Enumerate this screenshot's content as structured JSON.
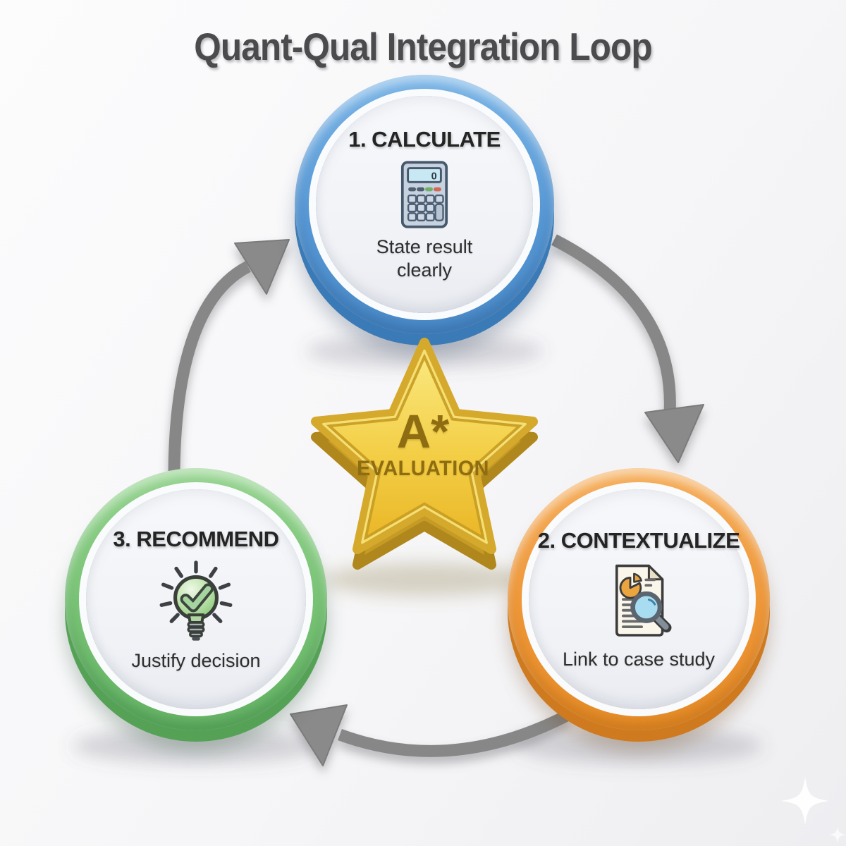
{
  "title": "Quant-Qual Integration Loop",
  "center_badge": {
    "grade": "A*",
    "label": "EVALUATION",
    "shape": "gold-star"
  },
  "nodes": [
    {
      "id": "calculate",
      "step": "1. CALCULATE",
      "description": "State result clearly",
      "description_lines": [
        "State result",
        "clearly"
      ],
      "icon": "calculator-icon",
      "calculator_display": "0",
      "ring_color": "#5697d4"
    },
    {
      "id": "contextualize",
      "step": "2. CONTEXTUALIZE",
      "description": "Link to case study",
      "icon": "report-magnifier-icon",
      "ring_color": "#ee9637"
    },
    {
      "id": "recommend",
      "step": "3. RECOMMEND",
      "description": "Justify decision",
      "icon": "lightbulb-check-icon",
      "ring_color": "#76c173"
    }
  ],
  "arrows": [
    {
      "from": "1. CALCULATE",
      "to": "2. CONTEXTUALIZE",
      "direction": "clockwise",
      "color": "#8a8a8a"
    },
    {
      "from": "2. CONTEXTUALIZE",
      "to": "3. RECOMMEND",
      "direction": "clockwise",
      "color": "#8a8a8a"
    },
    {
      "from": "3. RECOMMEND",
      "to": "1. CALCULATE",
      "direction": "clockwise",
      "color": "#8a8a8a"
    }
  ],
  "colors": {
    "background": "#f6f6f8",
    "title_text": "#4b4b4d",
    "heading_text": "#242424",
    "star_gold": "#f3ce45",
    "star_text": "#8e6d12",
    "arrow_gray": "#8a8a8a"
  }
}
